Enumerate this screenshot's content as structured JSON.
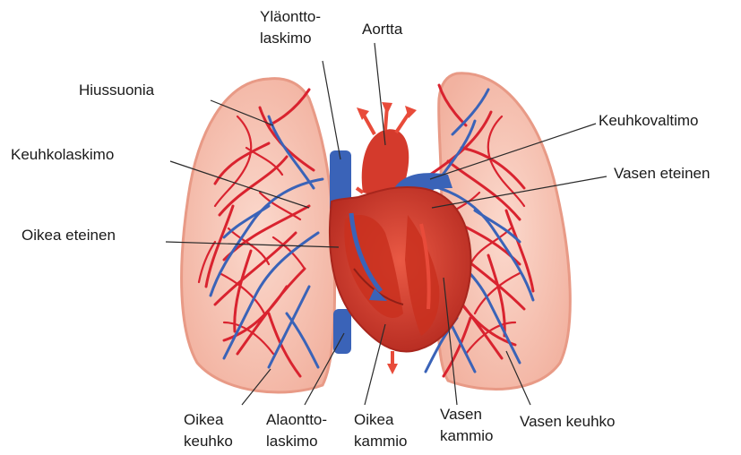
{
  "labels": {
    "superior_vena_cava": [
      "Yläontto-",
      "laskimo"
    ],
    "aorta": "Aortta",
    "capillaries": "Hiussuonia",
    "pulmonary_artery": "Keuhkovaltimo",
    "pulmonary_vein": "Keuhkolaskimo",
    "left_atrium": "Vasen eteinen",
    "right_atrium": "Oikea eteinen",
    "right_lung": [
      "Oikea",
      "keuhko"
    ],
    "inferior_vena_cava": [
      "Alaontto-",
      "laskimo"
    ],
    "right_ventricle": [
      "Oikea",
      "kammio"
    ],
    "left_ventricle": [
      "Vasen",
      "kammio"
    ],
    "left_lung": "Vasen keuhko"
  },
  "colors": {
    "lung_fill": "#f6c3b2",
    "lung_edge": "#e89a86",
    "artery_red": "#d9232f",
    "vein_blue": "#3a63b8",
    "heart_red": "#d43a2c",
    "heart_dark": "#a8261d"
  }
}
